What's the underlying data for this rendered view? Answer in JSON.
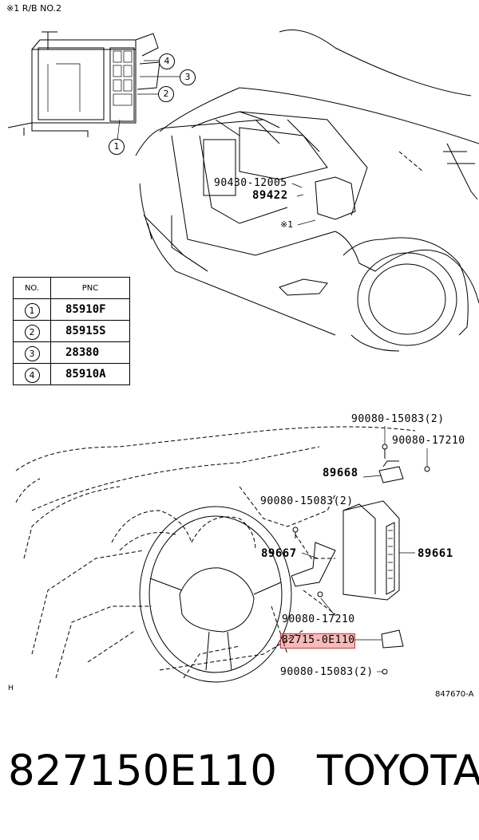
{
  "top_note": "※1 R/B NO.2",
  "callouts": [
    "4",
    "3",
    "2",
    "1"
  ],
  "engine_labels": {
    "part_90430": "90430-12005",
    "part_89422": "89422",
    "ref_mark": "※1"
  },
  "table": {
    "header_no": "NO.",
    "header_pnc": "PNC",
    "rows": [
      {
        "no": "1",
        "pnc": "85910F"
      },
      {
        "no": "2",
        "pnc": "85915S"
      },
      {
        "no": "3",
        "pnc": "28380"
      },
      {
        "no": "4",
        "pnc": "85910A"
      }
    ]
  },
  "dash_labels": {
    "bolt_top": "90080-15083(2)",
    "bolt_top_right": "90080-17210",
    "p89668": "89668",
    "bolt_mid": "90080-15083(2)",
    "p89667": "89667",
    "p89661": "89661",
    "bolt_lower": "90080-17210",
    "highlighted": "82715-0E110",
    "bolt_bottom": "90080-15083(2)",
    "corner_h": "H",
    "figure_id": "847670-A"
  },
  "highlight_color": "#e03030",
  "footer": {
    "part_number": "827150E110",
    "brand": "TOYOTA"
  }
}
